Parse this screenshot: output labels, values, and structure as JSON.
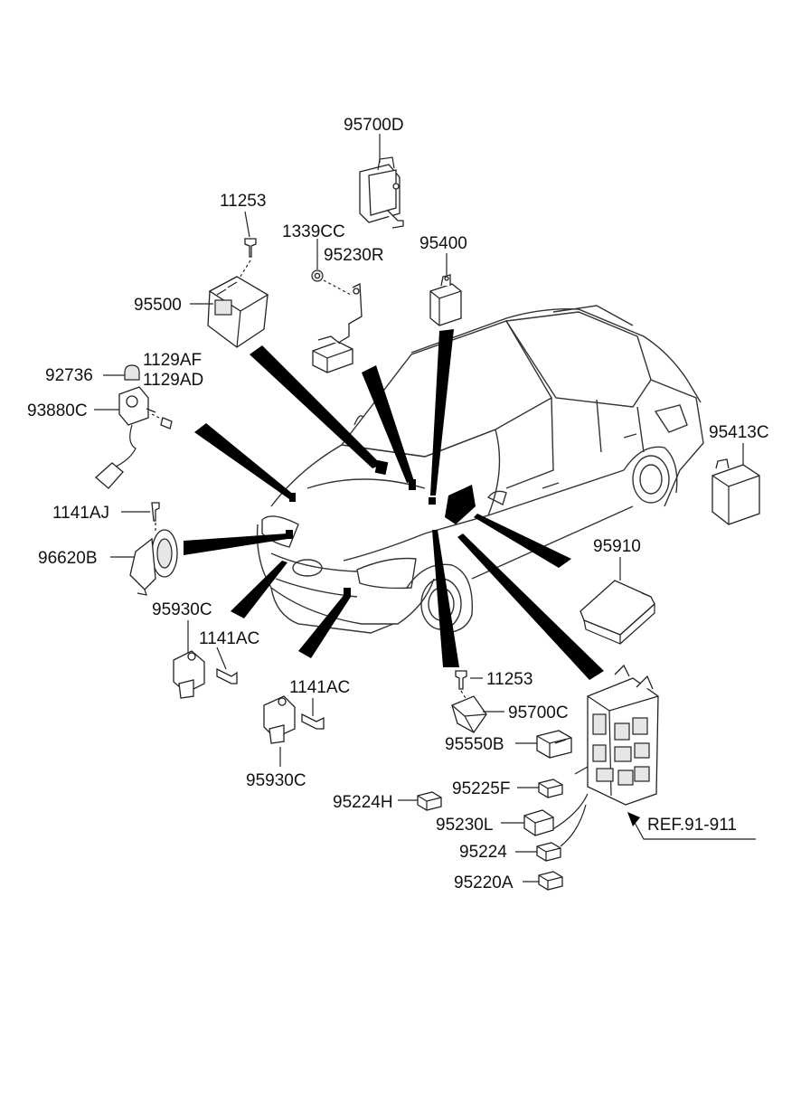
{
  "labels": {
    "p95700D": "95700D",
    "p11253_top": "11253",
    "p1339CC": "1339CC",
    "p95230R": "95230R",
    "p95400": "95400",
    "p95500": "95500",
    "p1129AF": "1129AF",
    "p92736": "92736",
    "p1129AD": "1129AD",
    "p93880C": "93880C",
    "p95413C": "95413C",
    "p1141AJ": "1141AJ",
    "p96620B": "96620B",
    "p95910": "95910",
    "p95930C_left": "95930C",
    "p1141AC_left": "1141AC",
    "p1141AC_mid": "1141AC",
    "p11253_low": "11253",
    "p95700C": "95700C",
    "p95550B": "95550B",
    "p95930C_low": "95930C",
    "p95225F": "95225F",
    "p95224H": "95224H",
    "p95230L": "95230L",
    "pREF": "REF.91-911",
    "p95224": "95224",
    "p95220A": "95220A"
  }
}
